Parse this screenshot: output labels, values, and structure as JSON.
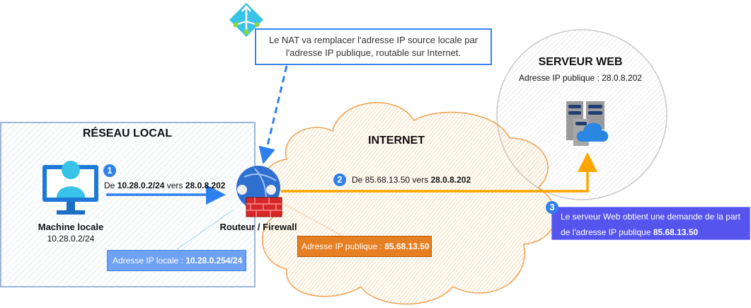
{
  "local_network": {
    "title": "RÉSEAU LOCAL",
    "machine_label": "Machine locale",
    "machine_ip": "10.28.0.2/24",
    "router_label": "Routeur / Firewall",
    "local_ip_prefix": "Adresse IP locale : ",
    "local_ip_value": "10.28.0.254/24"
  },
  "step1": {
    "number": "1",
    "prefix": "De ",
    "src": "10.28.0.2/24",
    "middle": " vers ",
    "dst": "28.0.8.202"
  },
  "internet": {
    "title": "INTERNET",
    "public_ip_prefix": "Adresse IP publique : ",
    "public_ip_value": "85.68.13.50"
  },
  "step2": {
    "number": "2",
    "prefix": "De ",
    "src": "85.68.13.50",
    "middle": " vers ",
    "dst": "28.0.8.202"
  },
  "nat_callout": {
    "text": "Le NAT va remplacer l'adresse IP source locale par l'adresse IP publique, routable sur Internet."
  },
  "web_server": {
    "title": "SERVEUR WEB",
    "ip_label": "Adresse IP publique : 28.0.8.202"
  },
  "step3": {
    "number": "3",
    "line1": "Le serveur Web obtient une demande de la part",
    "line2_prefix": "de l'adresse IP publique ",
    "line2_ip": "85.68.13.50"
  },
  "colors": {
    "blue": "#2f80ed",
    "orange": "#ffa500",
    "public_box": "#e67e22",
    "local_box": "#6fa1f4",
    "step3_box": "#5555ee"
  }
}
